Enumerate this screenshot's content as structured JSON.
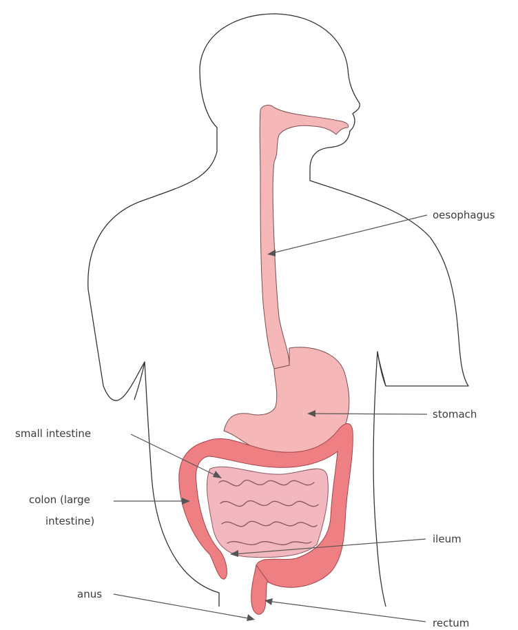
{
  "labels": {
    "oesophagus": "oesophagus",
    "stomach": "stomach",
    "small_intestine": "small intestine",
    "colon_line1": "colon (large",
    "colon_line2": "intestine)",
    "ileum": "ileum",
    "anus": "anus",
    "rectum": "rectum"
  },
  "colors": {
    "oesophagus_stomach": "#f6b7b9",
    "colon": "#ee7f82",
    "small_intestine": "#f3b8bf",
    "outline": "#333333",
    "leader_lines": "#555555"
  }
}
